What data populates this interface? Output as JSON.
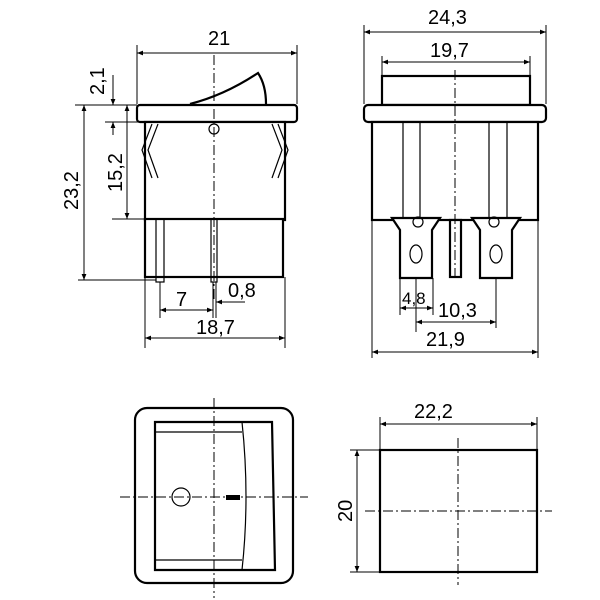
{
  "title": "Rocker switch dimensional drawing",
  "colors": {
    "line": "#000000",
    "background": "#ffffff"
  },
  "side_view": {
    "width": "21",
    "rocker_height": "2,1",
    "body_height": "15,2",
    "total_height": "23,2",
    "pin_spacing": "7",
    "pin_thickness": "0,8",
    "body_width": "18,7"
  },
  "end_view": {
    "flange_width": "24,3",
    "top_width": "19,7",
    "tab_width": "4,8",
    "tab_spacing": "10,3",
    "body_width": "21,9"
  },
  "cutout": {
    "width": "22,2",
    "height": "20"
  }
}
